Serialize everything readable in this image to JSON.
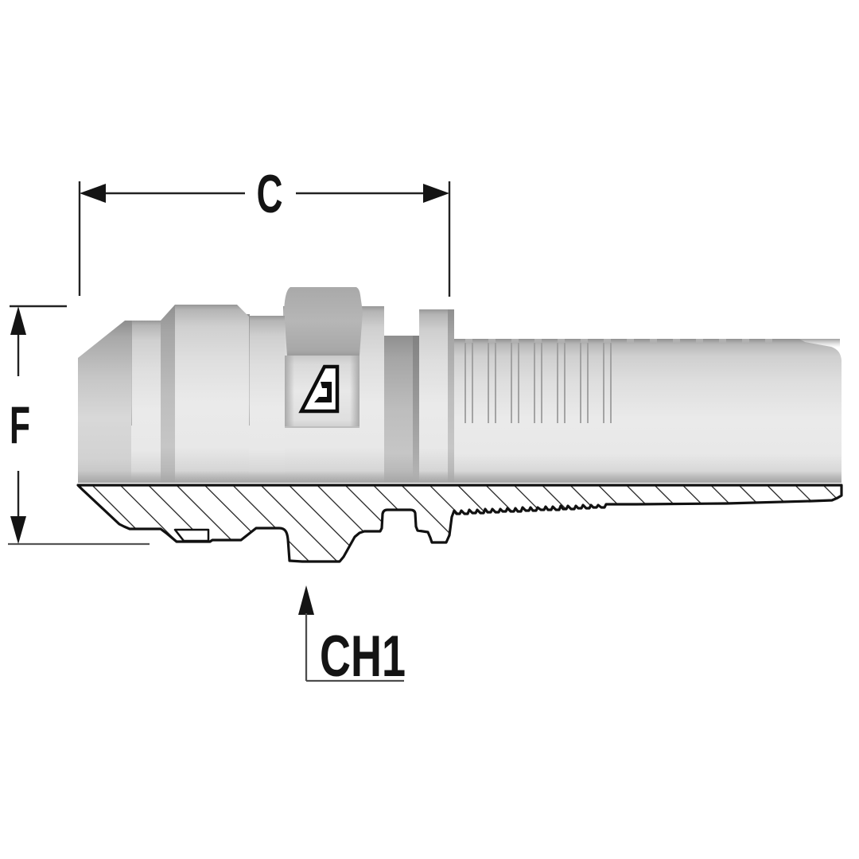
{
  "page": {
    "background": "#ffffff"
  },
  "diagram": {
    "kind": "technical-drawing-hose-insert-fitting-half-section",
    "labels": {
      "c": "C",
      "f": "F",
      "ch1": "CH1"
    },
    "logo_icon": "alfagomma-a-logo-icon",
    "colors": {
      "outline": "#141414",
      "hatch_line": "#1a1a1a",
      "dim_line": "#222222",
      "leader_gray": "#4d4d4d",
      "body_light": "#ebebeb",
      "body_mid": "#cfcfcf",
      "body_dark": "#989898",
      "hex_face": "#b3b3b3",
      "background": "#ffffff"
    }
  }
}
